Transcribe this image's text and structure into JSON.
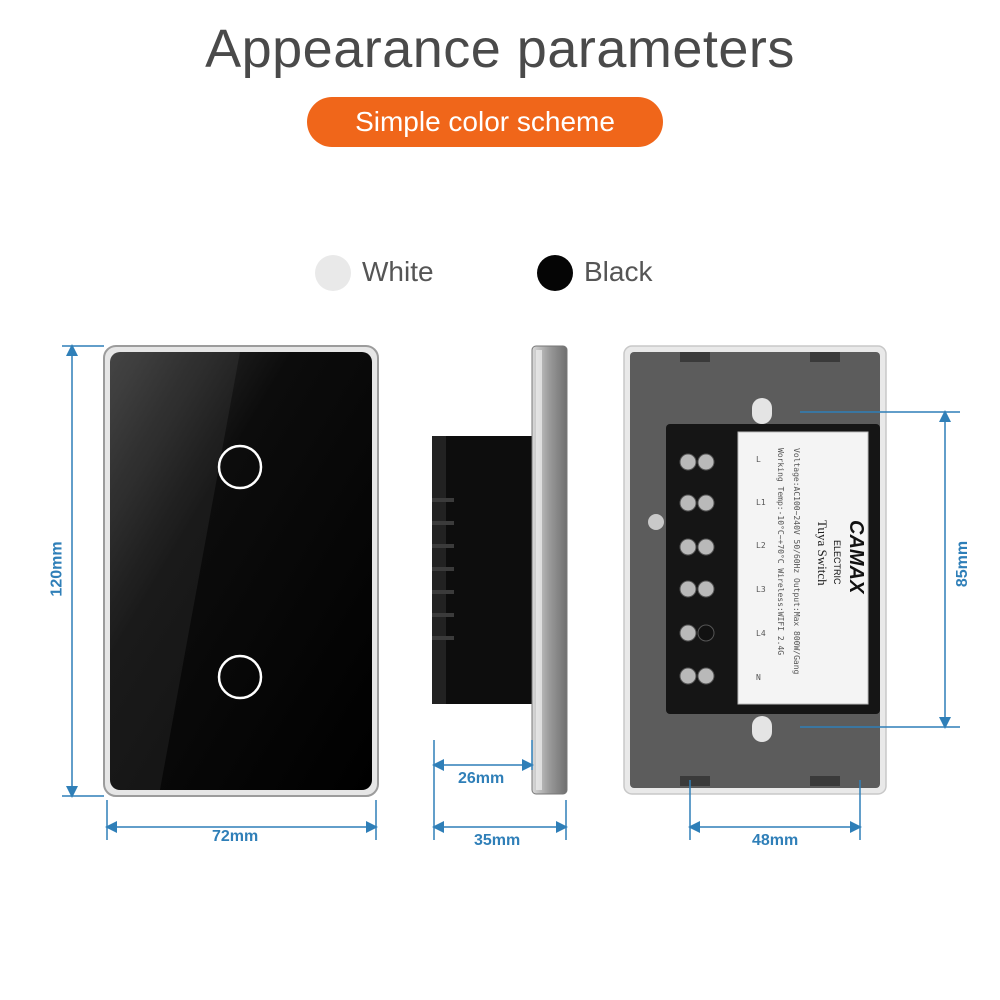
{
  "header": {
    "title": "Appearance parameters",
    "subtitle": "Simple color scheme"
  },
  "colors": {
    "accent": "#f0661a",
    "dimension_line": "#2f7fb8",
    "options": [
      {
        "name": "White",
        "swatch": "#e9e9e9"
      },
      {
        "name": "Black",
        "swatch": "#050505"
      }
    ]
  },
  "dimensions": {
    "front_height": "120mm",
    "front_width": "72mm",
    "side_depth_box": "26mm",
    "side_depth_total": "35mm",
    "back_height": "85mm",
    "back_width": "48mm"
  },
  "back_label": {
    "brand": "CAMAX",
    "brand_sub": "ELECTRIC",
    "product": "Tuya Switch",
    "spec_line1": "Voltage:AC100~240V 50/60Hz  Output:Max 800W/Gang",
    "spec_line2": "Working Temp:-10°C~+70°C    Wireless:WIFI 2.4G",
    "terminals": [
      "L",
      "L1",
      "L2",
      "L3",
      "L4",
      "N"
    ]
  },
  "front_panel": {
    "touch_keys": 2
  }
}
